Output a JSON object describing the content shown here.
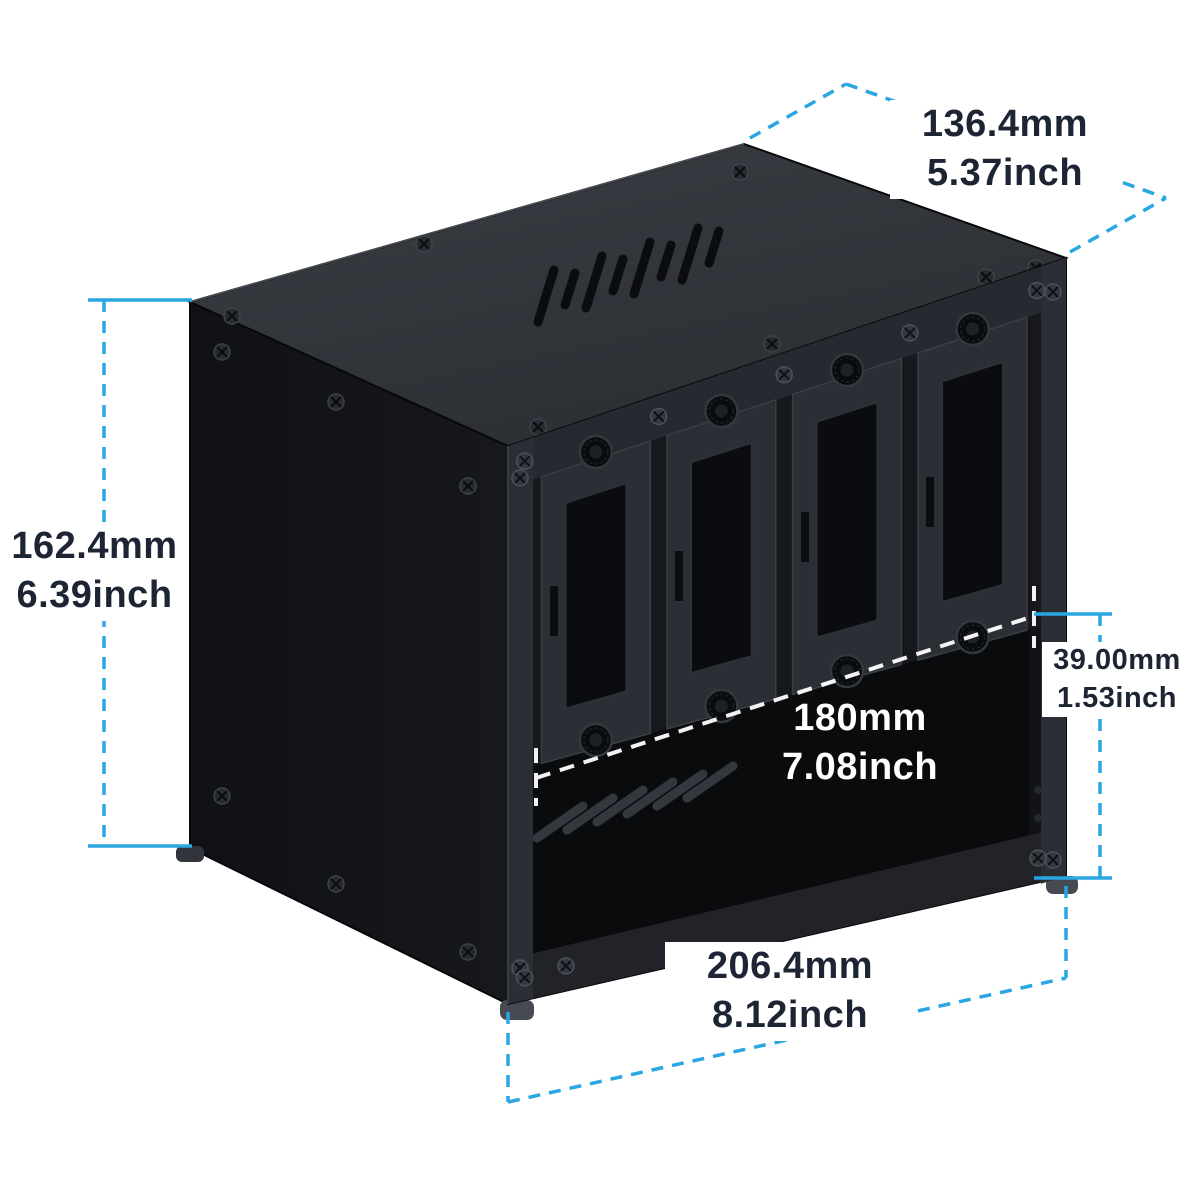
{
  "diagram": {
    "accent_color": "#2aa7e2",
    "label_color": "#1d2433",
    "labels": {
      "depth": {
        "mm": "136.4mm",
        "inch": "5.37inch"
      },
      "height": {
        "mm": "162.4mm",
        "inch": "6.39inch"
      },
      "opening_height": {
        "mm": "39.00mm",
        "inch": "1.53inch"
      },
      "inner_width": {
        "mm": "180mm",
        "inch": "7.08inch"
      },
      "width": {
        "mm": "206.4mm",
        "inch": "8.12inch"
      }
    }
  }
}
